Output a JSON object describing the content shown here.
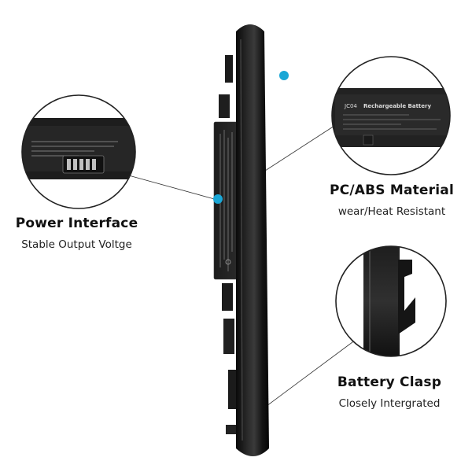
{
  "callouts": {
    "power": {
      "title": "Power Interface",
      "subtitle": "Stable Output Voltge"
    },
    "material": {
      "title": "PC/ABS Material",
      "subtitle": "wear/Heat Resistant"
    },
    "clasp": {
      "title": "Battery Clasp",
      "subtitle": "Closely Intergrated"
    }
  },
  "label_text": {
    "model_code": "JC04",
    "heading": "Rechargeable Battery"
  },
  "colors": {
    "battery_body": "#151515",
    "accent_dot": "#1aa7d6",
    "leader_line": "#333333",
    "background": "#ffffff"
  },
  "icons": [
    "battery-product-image",
    "accent-dot-icon",
    "connector-pins-icon"
  ]
}
